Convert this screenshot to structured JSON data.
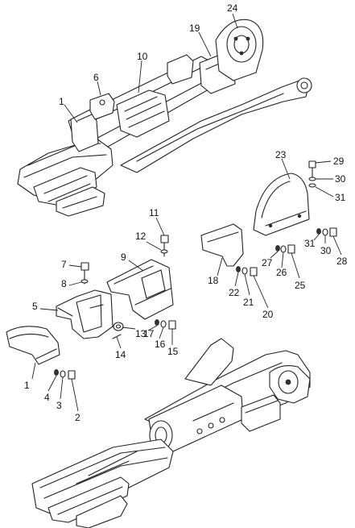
{
  "callouts": [
    {
      "id": "c24-top",
      "text": "24"
    },
    {
      "id": "c19-top",
      "text": "19"
    },
    {
      "id": "c10-top",
      "text": "10"
    },
    {
      "id": "c6-top",
      "text": "6"
    },
    {
      "id": "c1-top",
      "text": "1"
    },
    {
      "id": "c23",
      "text": "23"
    },
    {
      "id": "c29",
      "text": "29"
    },
    {
      "id": "c30a",
      "text": "30"
    },
    {
      "id": "c31a",
      "text": "31"
    },
    {
      "id": "c31b",
      "text": "31"
    },
    {
      "id": "c30b",
      "text": "30"
    },
    {
      "id": "c28",
      "text": "28"
    },
    {
      "id": "c27",
      "text": "27"
    },
    {
      "id": "c26",
      "text": "26"
    },
    {
      "id": "c25",
      "text": "25"
    },
    {
      "id": "c18",
      "text": "18"
    },
    {
      "id": "c22",
      "text": "22"
    },
    {
      "id": "c21",
      "text": "21"
    },
    {
      "id": "c20",
      "text": "20"
    },
    {
      "id": "c11",
      "text": "11"
    },
    {
      "id": "c12",
      "text": "12"
    },
    {
      "id": "c9",
      "text": "9"
    },
    {
      "id": "c7",
      "text": "7"
    },
    {
      "id": "c8",
      "text": "8"
    },
    {
      "id": "c5",
      "text": "5"
    },
    {
      "id": "c13",
      "text": "13"
    },
    {
      "id": "c17",
      "text": "17"
    },
    {
      "id": "c16",
      "text": "16"
    },
    {
      "id": "c15",
      "text": "15"
    },
    {
      "id": "c14",
      "text": "14"
    },
    {
      "id": "c1-bot",
      "text": "1"
    },
    {
      "id": "c4",
      "text": "4"
    },
    {
      "id": "c3",
      "text": "3"
    },
    {
      "id": "c2",
      "text": "2"
    }
  ]
}
